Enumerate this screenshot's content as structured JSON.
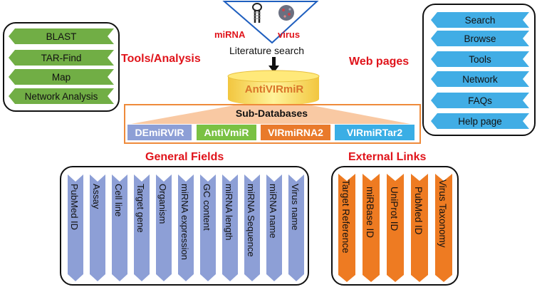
{
  "tools_analysis": {
    "title": "Tools/Analysis",
    "items": [
      "BLAST",
      "TAR-Find",
      "Map",
      "Network Analysis"
    ],
    "color": "#71ae45"
  },
  "web_pages": {
    "title": "Web pages",
    "items": [
      "Search",
      "Browse",
      "Tools",
      "Network",
      "FAQs",
      "Help page"
    ],
    "color": "#41ade5"
  },
  "top": {
    "mirna_label": "miRNA",
    "virus_label": "virus",
    "literature_search": "Literature search"
  },
  "database": {
    "name": "AntiVIRmiR",
    "cylinder_color": "#ffe26a",
    "name_color": "#d9752a"
  },
  "sub_databases": {
    "title": "Sub-Databases",
    "items": [
      {
        "label": "DEmiRVIR",
        "color": "#8d9fd6"
      },
      {
        "label": "AntiVmiR",
        "color": "#7ac143"
      },
      {
        "label": "VIRmiRNA2",
        "color": "#e97a2b"
      },
      {
        "label": "VIRmiRTar2",
        "color": "#3aaee5"
      }
    ]
  },
  "general_fields": {
    "title": "General Fields",
    "items": [
      "PubMed ID",
      "Assay",
      "Cell line",
      "Target gene",
      "Organism",
      "miRNA expression",
      "GC content",
      "miRNA length",
      "miRNA Sequence",
      "miRNA name",
      "Virus name"
    ],
    "color": "#8d9fd6"
  },
  "external_links": {
    "title": "External Links",
    "items": [
      "Target Reference",
      "miRBase ID",
      "UniProt ID",
      "PubMed ID",
      "Virus Taxonomy"
    ],
    "color": "#ee7b22"
  }
}
